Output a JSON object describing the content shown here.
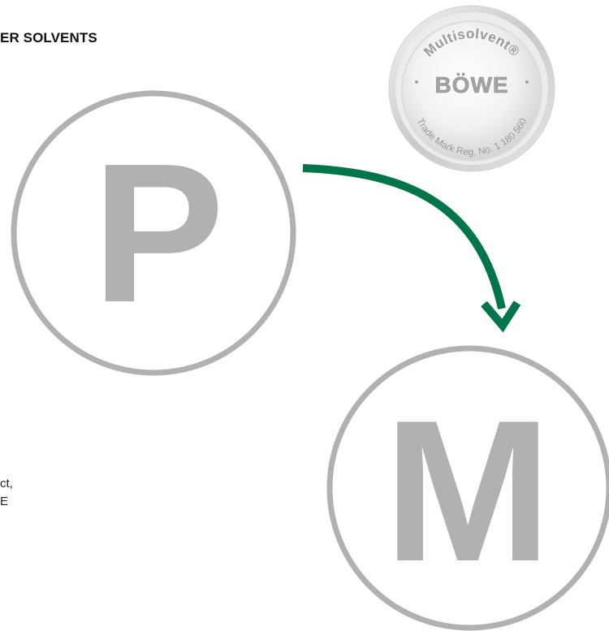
{
  "heading": "ER SOLVENTS",
  "body_lines": [
    "ct,",
    "E"
  ],
  "symbols": {
    "p_letter": "P",
    "m_letter": "M"
  },
  "seal": {
    "top_text": "Multisolvent®",
    "center_text": "BÖWE",
    "bottom_text": "Trade Mark Reg. No. 1 180 560"
  },
  "colors": {
    "symbol_gray": "#b1b1b1",
    "arrow_green": "#00754a",
    "text": "#111111"
  }
}
